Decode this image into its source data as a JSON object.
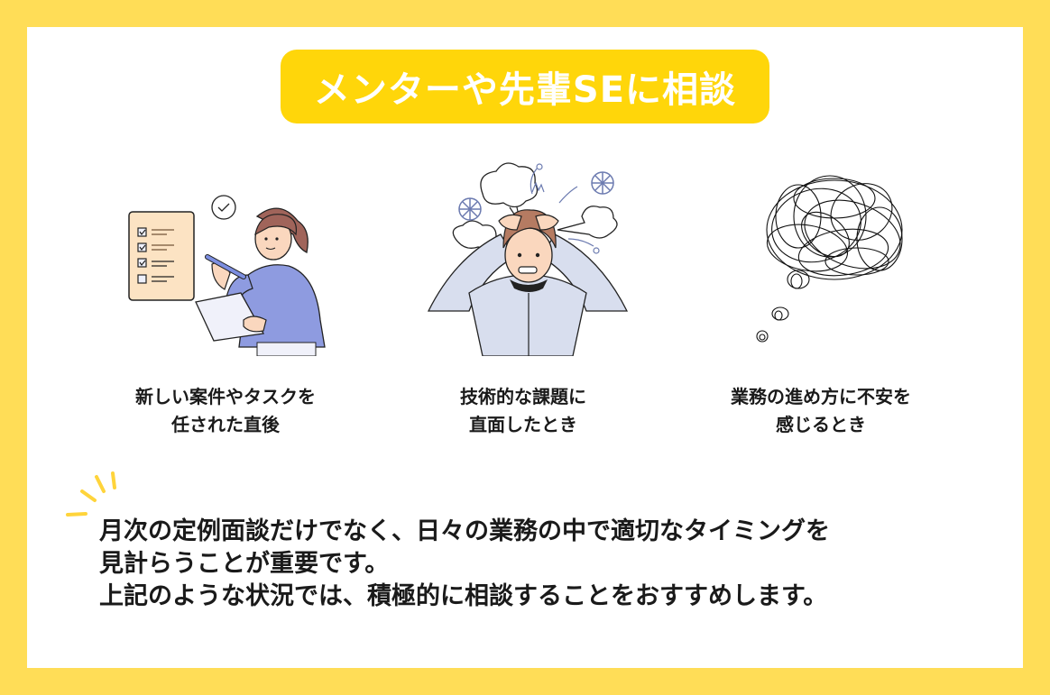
{
  "colors": {
    "frame": "#FFDD57",
    "badge": "#FFD60A",
    "panel": "#FFFFFF",
    "text": "#1a1a1a",
    "badge_text": "#FFFFFF"
  },
  "header": {
    "title": "メンターや先輩SEに相談"
  },
  "situations": [
    {
      "icon": "woman-with-checklist-illustration",
      "lines": [
        "新しい案件やタスクを",
        "任された直後"
      ]
    },
    {
      "icon": "stressed-man-holding-head-illustration",
      "lines": [
        "技術的な課題に",
        "直面したとき"
      ]
    },
    {
      "icon": "tangled-thought-bubble-illustration",
      "lines": [
        "業務の進め方に不安を",
        "感じるとき"
      ]
    }
  ],
  "message": {
    "icon": "sparkle-accent-icon",
    "lines": [
      "月次の定例面談だけでなく、日々の業務の中で適切なタイミングを",
      "見計らうことが重要です。",
      "上記のような状況では、積極的に相談することをおすすめします。"
    ]
  }
}
